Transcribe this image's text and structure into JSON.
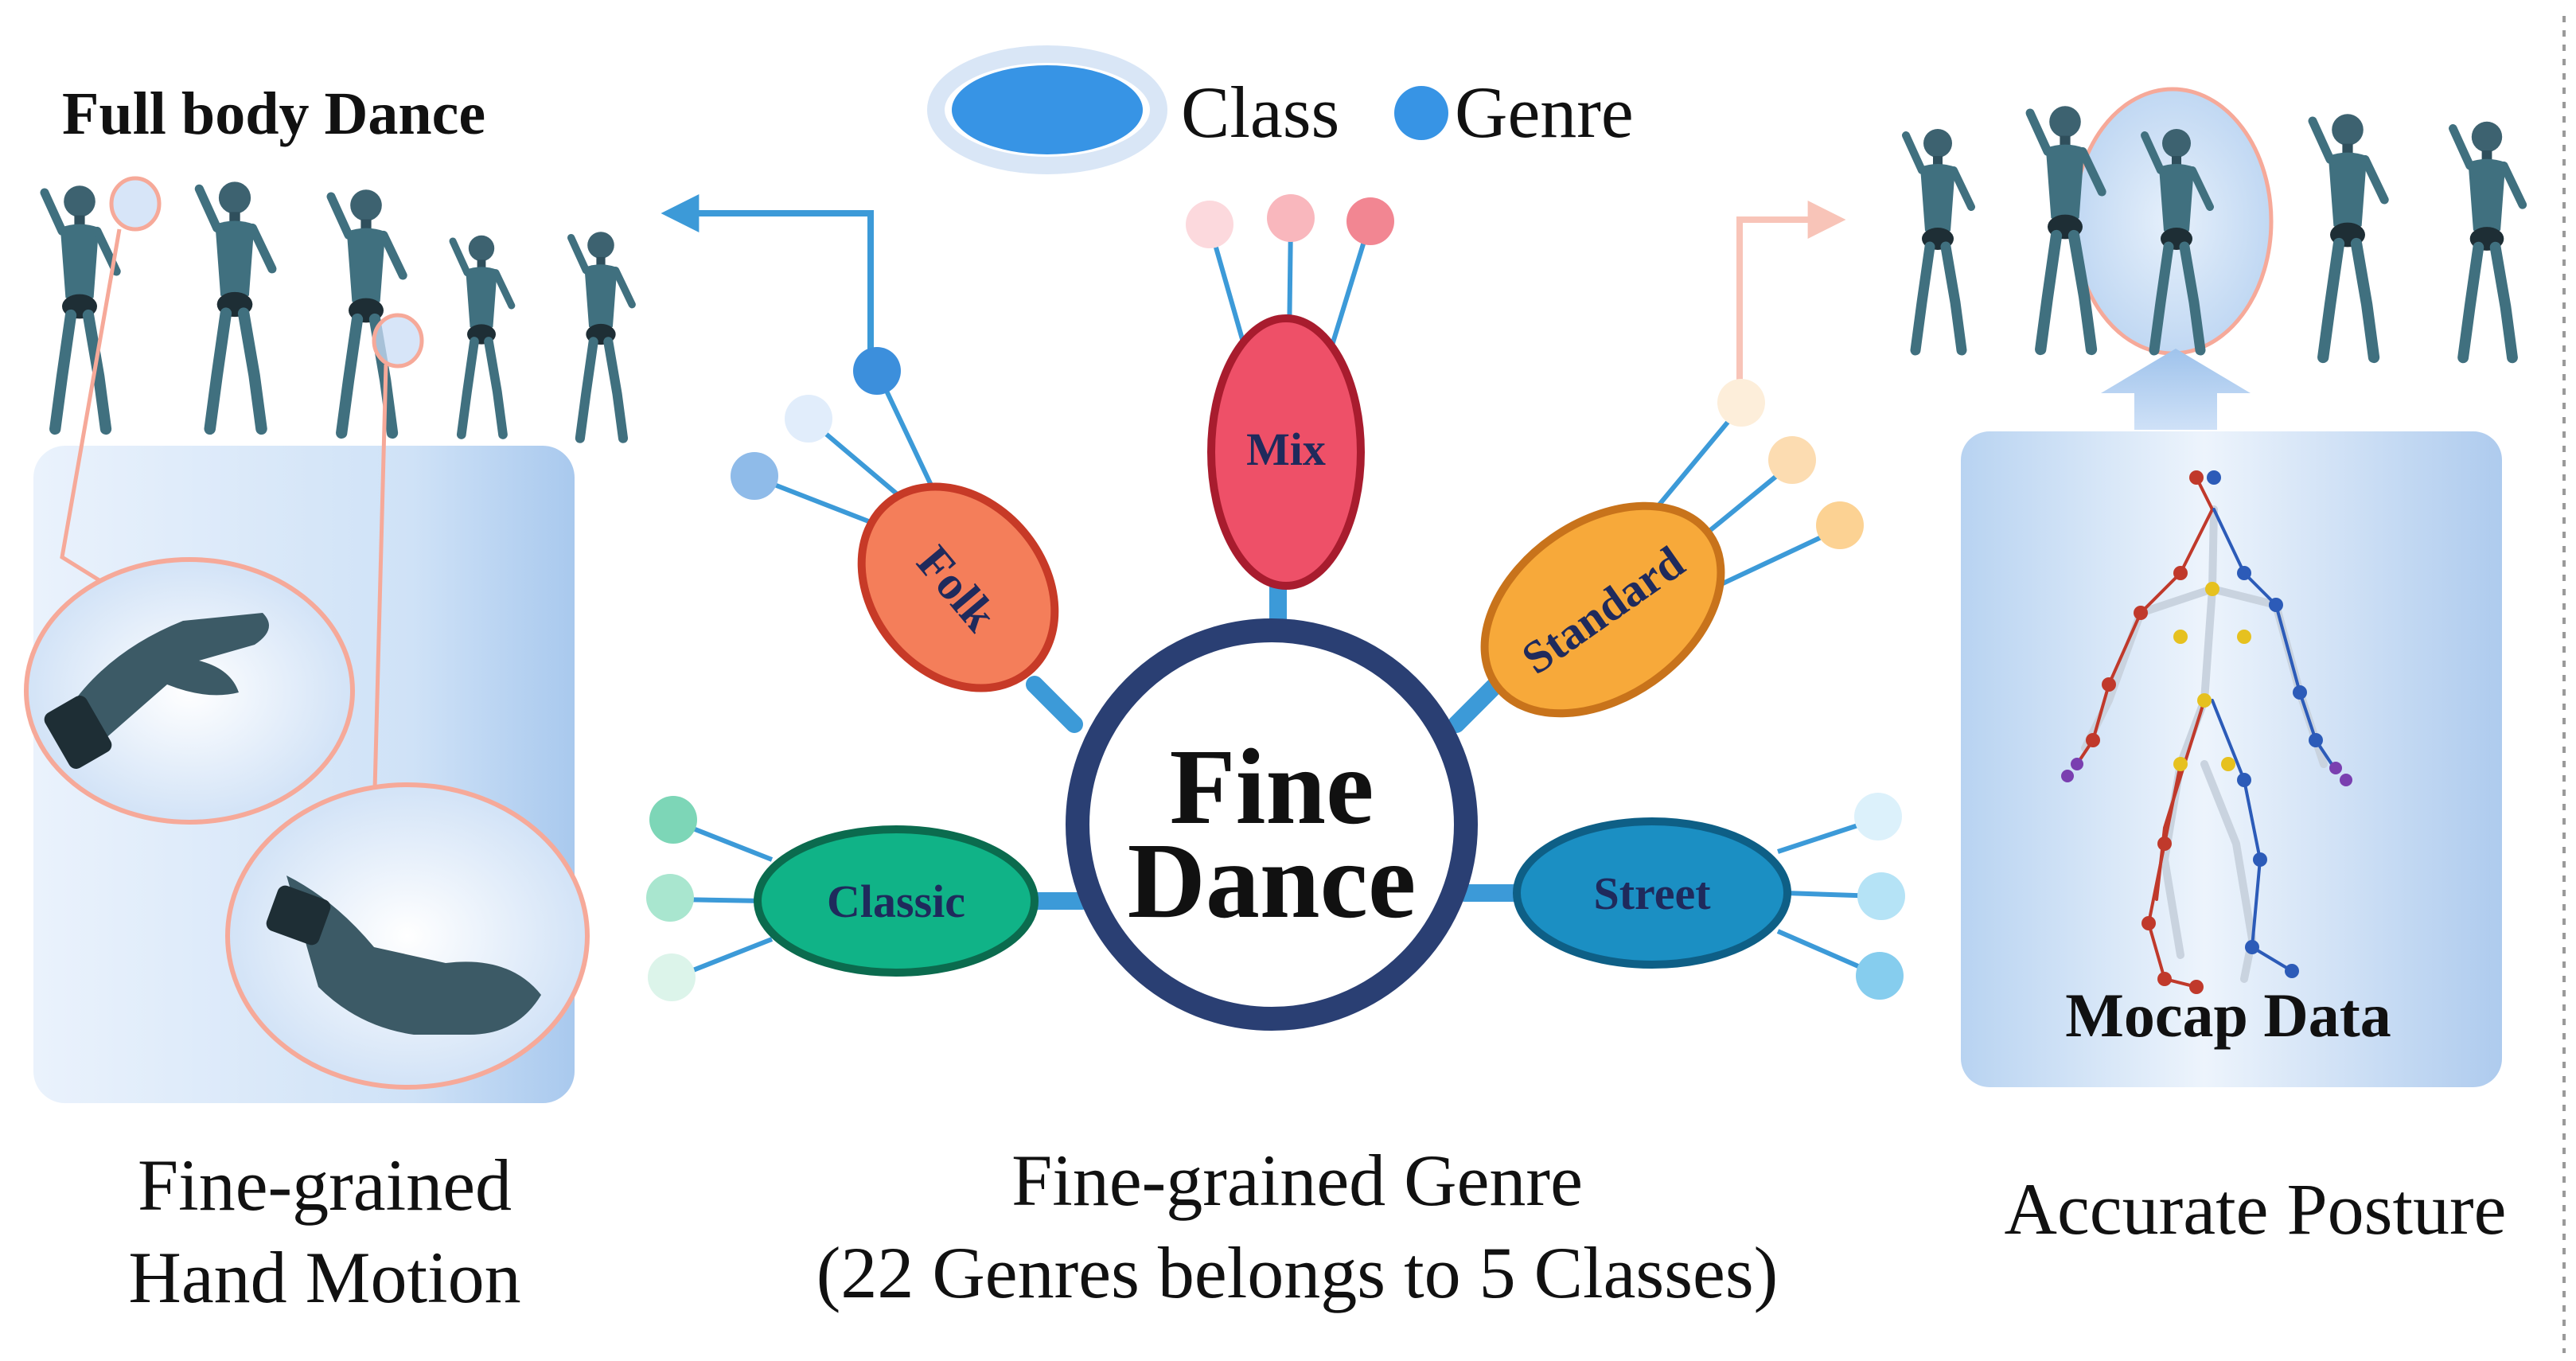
{
  "legend": {
    "class_label": "Class",
    "genre_label": "Genre"
  },
  "left_panel": {
    "heading": "Full body Dance",
    "caption_line1": "Fine-grained",
    "caption_line2": "Hand Motion"
  },
  "center": {
    "hub_line1": "Fine",
    "hub_line2": "Dance",
    "caption_line1": "Fine-grained Genre",
    "caption_line2": "(22 Genres belongs to 5 Classes)"
  },
  "right_panel": {
    "box_label": "Mocap Data",
    "caption": "Accurate Posture"
  },
  "classes": {
    "folk": "Folk",
    "mix": "Mix",
    "standard": "Standard",
    "classic": "Classic",
    "street": "Street"
  },
  "colors": {
    "hub_ring": "#2a3f73",
    "connector": "#3c9ad8",
    "folk": "#f47e5a",
    "mix": "#ee5068",
    "standard": "#f7a93a",
    "classic": "#10b387",
    "street": "#1b8fc3",
    "text_dark": "#1f2a5c"
  }
}
